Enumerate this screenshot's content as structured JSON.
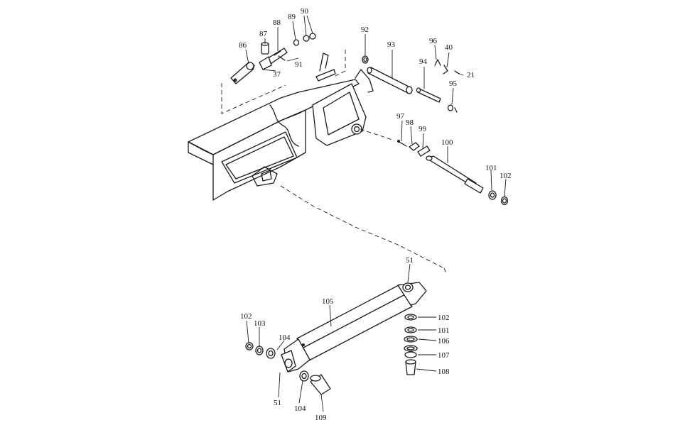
{
  "callouts": {
    "c86": "86",
    "c87": "87",
    "c88": "88",
    "c89": "89",
    "c90": "90",
    "c91": "91",
    "c37": "37",
    "c92": "92",
    "c93": "93",
    "c94": "94",
    "c96": "96",
    "c40": "40",
    "c21": "21",
    "c95": "95",
    "c97": "97",
    "c98": "98",
    "c99": "99",
    "c100": "100",
    "c101_top": "101",
    "c102_top": "102",
    "c51_top": "51",
    "c105": "105",
    "c102_left": "102",
    "c103": "103",
    "c104_top": "104",
    "c51_bottom": "51",
    "c104_bottom": "104",
    "c109": "109",
    "c102_right": "102",
    "c101_right": "101",
    "c106": "106",
    "c107": "107",
    "c108": "108"
  }
}
